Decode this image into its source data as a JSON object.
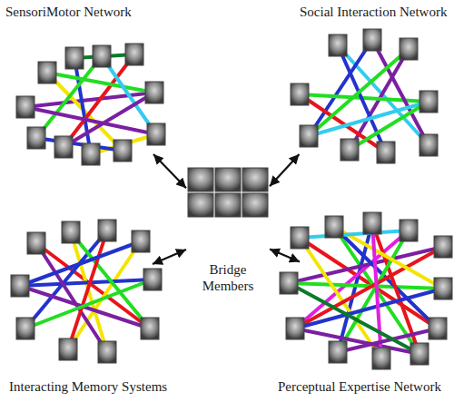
{
  "diagram": {
    "nodes": [
      {
        "text": [
          "SensoriMotor Network"
        ]
      },
      {
        "text": [
          "Social Interaction Network"
        ]
      },
      {
        "text": [
          "Bridge Members"
        ]
      },
      {
        "text": [
          "Interacting Memory Systems"
        ]
      },
      {
        "text": [
          "Perceptual Expertise Network"
        ]
      }
    ],
    "edges": [
      {
        "from": 2,
        "to": 0,
        "arrow": "both"
      },
      {
        "from": 2,
        "to": 1,
        "arrow": "both"
      },
      {
        "from": 2,
        "to": 3,
        "arrow": "both"
      },
      {
        "from": 2,
        "to": 4,
        "arrow": "both"
      }
    ]
  }
}
